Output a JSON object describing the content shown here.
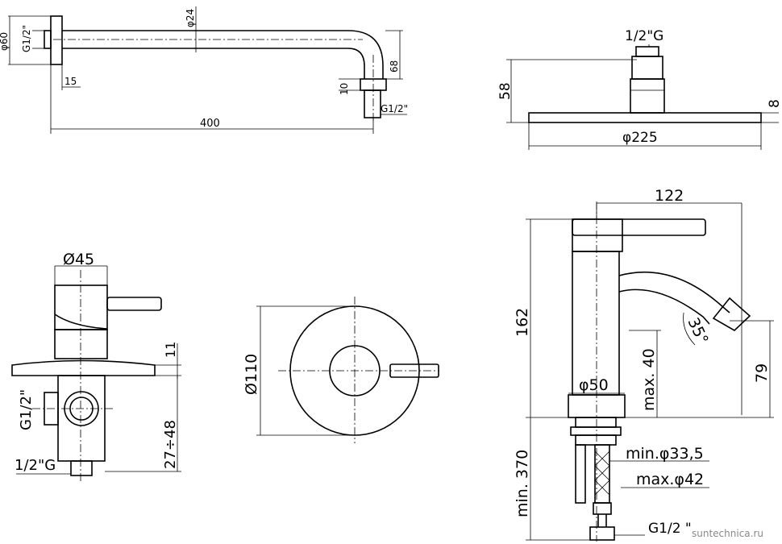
{
  "arm": {
    "dia_60": "φ60",
    "thread_left": "G1/2\"",
    "dia_24": "φ24",
    "dim_15": "15",
    "dim_68": "68",
    "dim_10": "10",
    "thread_right": "G1/2\"",
    "dim_400": "400"
  },
  "head": {
    "thread": "1/2\"G",
    "dim_58": "58",
    "dim_8": "8",
    "dia_225": "φ225"
  },
  "mixer": {
    "dia_45": "Ø45",
    "dim_11": "11",
    "thread_g": "G1/2\"",
    "dim_27_48": "27÷48",
    "thread_bottom": "1/2\"G"
  },
  "plate": {
    "dia_110": "Ø110"
  },
  "tap": {
    "dim_122": "122",
    "dim_162": "162",
    "angle_35": "35°",
    "max_40": "max. 40",
    "dim_79": "79",
    "dia_50": "φ50",
    "min_370": "min. 370",
    "min_dia": "min.φ33,5",
    "max_dia": "max.φ42",
    "thread": "G1/2 \""
  },
  "watermark": "suntechnica.ru"
}
